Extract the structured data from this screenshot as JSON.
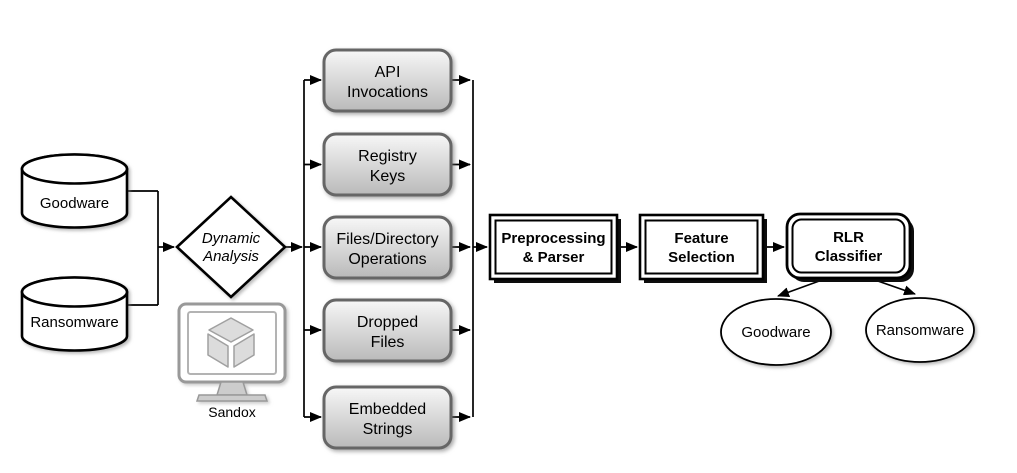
{
  "flow": {
    "inputs": [
      {
        "label": "Goodware"
      },
      {
        "label": "Ransomware"
      }
    ],
    "decision": {
      "line1": "Dynamic",
      "line2": "Analysis"
    },
    "sandbox": {
      "label": "Sandox",
      "icon": "monitor-cube-icon"
    },
    "features": [
      {
        "line1": "API",
        "line2": "Invocations"
      },
      {
        "line1": "Registry",
        "line2": "Keys"
      },
      {
        "line1": "Files/Directory",
        "line2": "Operations"
      },
      {
        "line1": "Dropped",
        "line2": "Files"
      },
      {
        "line1": "Embedded",
        "line2": "Strings"
      }
    ],
    "process": {
      "preprocessing": {
        "line1": "Preprocessing",
        "line2": "& Parser"
      },
      "feature_selection": {
        "line1": "Feature",
        "line2": "Selection"
      },
      "classifier": {
        "line1": "RLR",
        "line2": "Classifier"
      }
    },
    "outputs": [
      {
        "label": "Goodware"
      },
      {
        "label": "Ransomware"
      }
    ]
  },
  "colors": {
    "connector": "#000000",
    "feature_box_border": "#666666",
    "feature_box_gradient_top": "#f7f7f7",
    "feature_box_gradient_bottom": "#b9b9b9",
    "process_box_border": "#000000",
    "process_box_fill": "#ffffff",
    "icon_gray": "#9a9a9a",
    "icon_fill": "#dcdcdc"
  }
}
